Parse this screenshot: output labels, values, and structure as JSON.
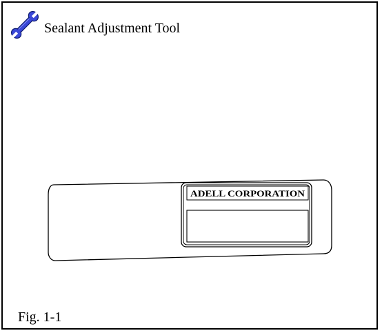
{
  "document": {
    "title": "Sealant Adjustment Tool",
    "title_icon": "wrench-icon",
    "caption": "Fig. 1-1"
  },
  "illustration": {
    "label_plate_text": "ADELL CORPORATION"
  },
  "colors": {
    "icon_fill": "#3a48d8",
    "line": "#000000"
  }
}
